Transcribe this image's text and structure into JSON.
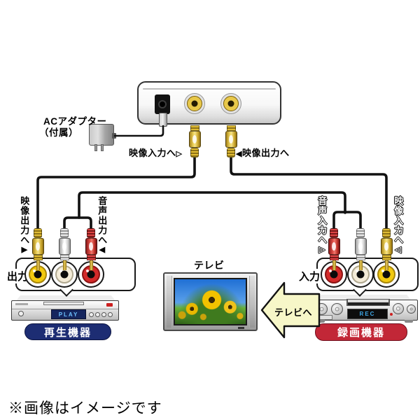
{
  "note": "※画像はイメージです",
  "ac_adapter": {
    "label_line1": "ACアダプター",
    "label_line2": "（付属）"
  },
  "converter": {
    "video_in_label": "映像入力へ",
    "video_in_arrow": "▷",
    "video_out_arrow": "◀",
    "video_out_label": "映像出力へ"
  },
  "playback_side": {
    "video_label": "映像出力へ",
    "video_arrow": "▶",
    "audio_label": "音声出力へ",
    "audio_arrow": "◀",
    "port_label": "出力",
    "device_display": "PLAY",
    "device_label": "再生機器"
  },
  "recorder_side": {
    "audio_label": "音声入力へ",
    "audio_arrow": "▷",
    "video_label": "映像入力へ",
    "video_arrow": "◁",
    "port_label": "入力",
    "device_display": "REC",
    "device_label": "録画機器"
  },
  "tv": {
    "label": "テレビ"
  },
  "to_tv_arrow": {
    "label": "テレビへ"
  },
  "colors": {
    "rca_yellow": "#e8c63a",
    "rca_white": "#f0e8d8",
    "rca_red": "#cc2a2a",
    "playback_label_bg": "#1d2d73",
    "recorder_label_bg": "#c22737",
    "arrow_fill": "#f7f7c8",
    "display_text_blue": "#4fb0f0",
    "cable": "#111111"
  }
}
